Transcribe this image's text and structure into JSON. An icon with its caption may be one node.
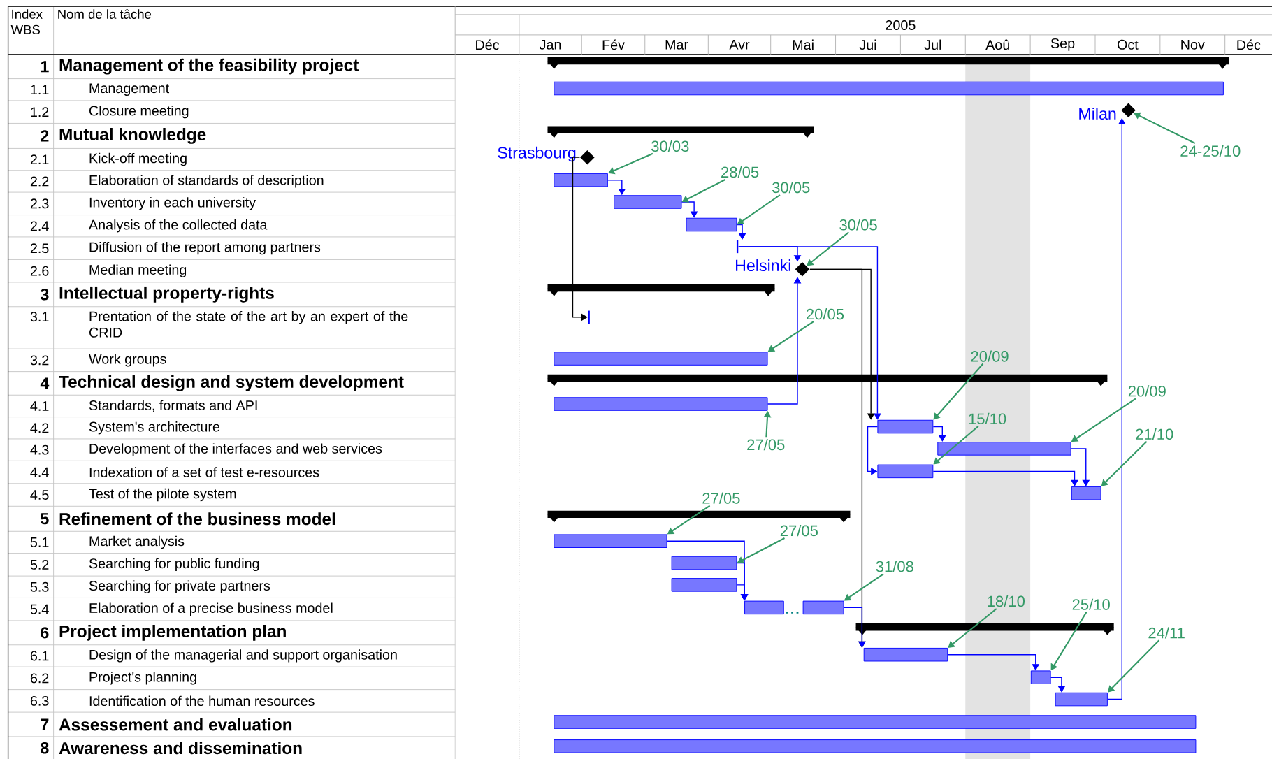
{
  "diagram": {
    "nodes": [
      {
        "text": [],
        "shape": "bar"
      },
      {
        "text": [],
        "shape": "bar"
      },
      {
        "text": [],
        "shape": "diamond",
        "beside": [
          "Milan"
        ]
      },
      {
        "text": [],
        "shape": "bar"
      },
      {
        "text": [],
        "shape": "diamond",
        "beside": [
          "Strasbourg"
        ]
      },
      {
        "text": [],
        "shape": "bar"
      },
      {
        "text": [],
        "shape": "bar"
      },
      {
        "text": [],
        "shape": "bar"
      },
      {
        "text": [],
        "shape": "bar"
      },
      {
        "text": [],
        "shape": "diamond",
        "beside": [
          "Helsinki"
        ]
      },
      {
        "text": [],
        "shape": "bar"
      },
      {
        "text": [],
        "shape": "bar"
      },
      {
        "text": [],
        "shape": "bar"
      },
      {
        "text": [],
        "shape": "bar"
      },
      {
        "text": [],
        "shape": "bar"
      },
      {
        "text": [],
        "shape": "bar"
      },
      {
        "text": [],
        "shape": "bar"
      },
      {
        "text": [],
        "shape": "bar"
      },
      {
        "text": [],
        "shape": "bar"
      },
      {
        "text": [],
        "shape": "bar"
      },
      {
        "text": [],
        "shape": "bar"
      },
      {
        "text": [],
        "shape": "bar"
      },
      {
        "text": [],
        "shape": "bar"
      },
      {
        "text": [],
        "shape": "bar"
      },
      {
        "text": [],
        "shape": "bar"
      },
      {
        "text": [],
        "shape": "bar"
      },
      {
        "text": [],
        "shape": "bar"
      },
      {
        "text": [],
        "shape": "bar"
      },
      {
        "text": [],
        "shape": "bar"
      },
      {
        "text": [],
        "shape": "bar"
      },
      {
        "text": [
          "30/03"
        ]
      },
      {
        "text": [
          "28/05"
        ]
      },
      {
        "text": [
          "30/05"
        ]
      },
      {
        "text": [
          "30/05"
        ]
      },
      {
        "text": [
          "24-25/10"
        ]
      },
      {
        "text": [
          "20/05"
        ]
      },
      {
        "text": [
          "27/05"
        ]
      },
      {
        "text": [
          "20/09"
        ]
      },
      {
        "text": [
          "20/09"
        ]
      },
      {
        "text": [
          "15/10"
        ]
      },
      {
        "text": [
          "21/10"
        ]
      },
      {
        "text": [
          "27/05"
        ]
      },
      {
        "text": [
          "27/05"
        ]
      },
      {
        "text": [
          "31/08"
        ]
      },
      {
        "text": [
          "18/10"
        ]
      },
      {
        "text": [
          "25/10"
        ]
      },
      {
        "text": [
          "24/11"
        ]
      }
    ],
    "edges": [
      {
        "from": 4,
        "to": 11,
        "arrow": "to",
        "color": "#000000"
      },
      {
        "from": 5,
        "to": 6,
        "arrow": "to",
        "color": "#0000ff"
      },
      {
        "from": 6,
        "to": 7,
        "arrow": "to",
        "color": "#0000ff"
      },
      {
        "from": 7,
        "to": 8,
        "arrow": "to",
        "color": "#0000ff"
      },
      {
        "from": 8,
        "to": 9,
        "arrow": "to",
        "color": "#0000ff"
      },
      {
        "from": 8,
        "to": 15,
        "arrow": "to",
        "color": "#0000ff"
      },
      {
        "from": 9,
        "to": 15,
        "arrow": "to",
        "color": "#000000"
      },
      {
        "from": 9,
        "to": 25,
        "arrow": "to",
        "color": "#000000"
      },
      {
        "from": 14,
        "to": 9,
        "arrow": "to",
        "color": "#0000ff"
      },
      {
        "from": 15,
        "to": 16,
        "arrow": "to",
        "color": "#0000ff"
      },
      {
        "from": 15,
        "to": 17,
        "arrow": "to",
        "color": "#0000ff"
      },
      {
        "from": 16,
        "to": 18,
        "arrow": "to",
        "color": "#0000ff"
      },
      {
        "from": 17,
        "to": 18,
        "arrow": "to",
        "color": "#0000ff"
      },
      {
        "from": 20,
        "to": 23,
        "arrow": "to",
        "color": "#0000ff"
      },
      {
        "from": 21,
        "to": 23,
        "arrow": "to",
        "color": "#0000ff"
      },
      {
        "from": 22,
        "to": 23,
        "arrow": "to",
        "color": "#0000ff"
      },
      {
        "from": 23,
        "to": 25,
        "arrow": "to",
        "color": "#0000ff"
      },
      {
        "from": 25,
        "to": 26,
        "arrow": "to",
        "color": "#0000ff"
      },
      {
        "from": 26,
        "to": 27,
        "arrow": "to",
        "color": "#0000ff"
      },
      {
        "from": 27,
        "to": 2,
        "arrow": "to",
        "color": "#0000ff"
      },
      {
        "from": 30,
        "to": 5,
        "arrow": "to",
        "color": "#339966"
      },
      {
        "from": 31,
        "to": 6,
        "arrow": "to",
        "color": "#339966"
      },
      {
        "from": 32,
        "to": 7,
        "arrow": "to",
        "color": "#339966"
      },
      {
        "from": 33,
        "to": 9,
        "arrow": "to",
        "color": "#339966"
      },
      {
        "from": 34,
        "to": 2,
        "arrow": "to",
        "color": "#339966"
      },
      {
        "from": 35,
        "to": 12,
        "arrow": "to",
        "color": "#339966"
      },
      {
        "from": 36,
        "to": 14,
        "arrow": "to",
        "color": "#339966"
      },
      {
        "from": 37,
        "to": 15,
        "arrow": "to",
        "color": "#339966"
      },
      {
        "from": 38,
        "to": 16,
        "arrow": "to",
        "color": "#339966"
      },
      {
        "from": 39,
        "to": 17,
        "arrow": "to",
        "color": "#339966"
      },
      {
        "from": 40,
        "to": 18,
        "arrow": "to",
        "color": "#339966"
      },
      {
        "from": 41,
        "to": 20,
        "arrow": "to",
        "color": "#339966"
      },
      {
        "from": 42,
        "to": 21,
        "arrow": "to",
        "color": "#339966"
      },
      {
        "from": 43,
        "to": 23,
        "arrow": "to",
        "color": "#339966"
      },
      {
        "from": 44,
        "to": 25,
        "arrow": "to",
        "color": "#339966"
      },
      {
        "from": 45,
        "to": 26,
        "arrow": "to",
        "color": "#339966"
      },
      {
        "from": 46,
        "to": 27,
        "arrow": "to",
        "color": "#339966"
      }
    ],
    "labels": [
      "Index WBS",
      "Nom de la tâche",
      "1",
      "Management of the feasibility project",
      "1.1",
      "Management",
      "1.2",
      "Closure meeting",
      "2",
      "Mutual knowledge",
      "2.1",
      "Kick-off meeting",
      "2.2",
      "Elaboration of standards of description",
      "2.3",
      "Inventory in each university",
      "2.4",
      "Analysis of the collected  data",
      "2.5",
      "Diffusion of the report among partners",
      "2.6",
      "Median meeting",
      "3",
      "Intellectual property-rights",
      "3.1",
      "Prentation of the state of the art by an expert of the CRID",
      "3.2",
      "Work groups",
      "4",
      "Technical design and system development",
      "4.1",
      "Standards, formats and API",
      "4.2",
      "System's architecture",
      "4.3",
      "Development of the interfaces and web services",
      "4.4",
      "Indexation of a set of test e-resources",
      "4.5",
      "Test of the pilote system",
      "5",
      "Refinement of the business model",
      "5.1",
      "Market analysis",
      "5.2",
      "Searching for public funding",
      "5.3",
      "Searching for private partners",
      "5.4",
      "Elaboration of a precise business model",
      "6",
      "Project implementation plan",
      "6.1",
      "Design of the managerial and support organisation",
      "6.2",
      "Project's planning",
      "6.3",
      "Identification of the human resources",
      "7",
      "Assessement and evaluation",
      "8",
      "Awareness and dissemination",
      "2005",
      "Déc",
      "Jan",
      "Fév",
      "Mar",
      "Avr",
      "Mai",
      "Jui",
      "Jul",
      "Aoû",
      "Sep",
      "Oct",
      "Nov",
      "Déc"
    ]
  }
}
